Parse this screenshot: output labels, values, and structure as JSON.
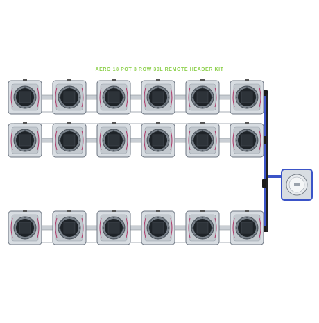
{
  "product": {
    "title": "AERO 18 POT 3 ROW 30L REMOTE HEADER KIT"
  },
  "colors": {
    "title": "#8fd14f",
    "pot_body": "#d8dde2",
    "pot_edge": "#6b7480",
    "pot_dark": "#1e2328",
    "pipe": "#c9ced4",
    "pipe_edge": "#8a9199",
    "blue_pipe": "#3b54c8",
    "hose": "#b03a6a",
    "black": "#1b1b1b"
  },
  "layout_info": {
    "rows": 3,
    "pots_per_row": 6,
    "remote_header_tank": "30L"
  }
}
